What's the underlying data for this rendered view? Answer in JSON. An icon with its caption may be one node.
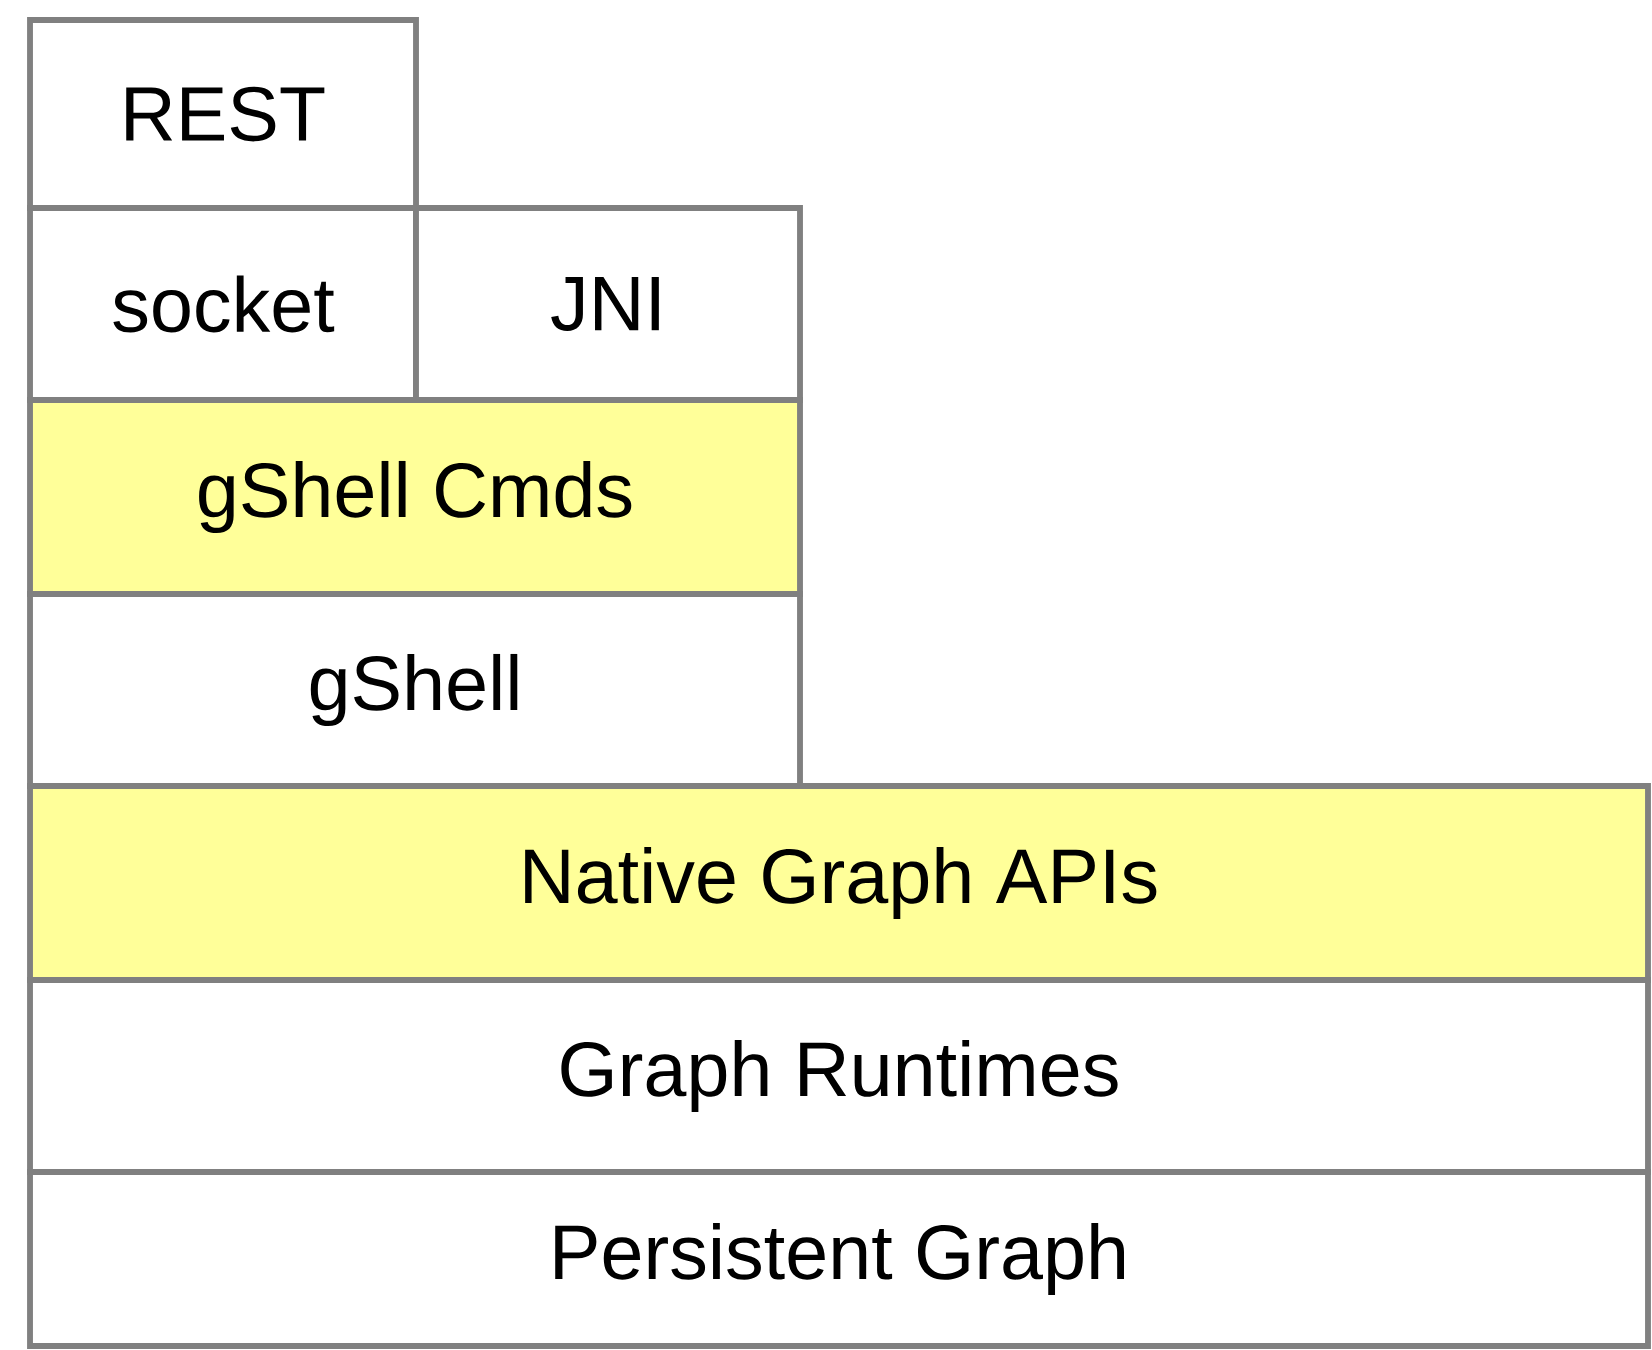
{
  "diagram": {
    "nodes": [
      {
        "text": [
          "REST"
        ]
      },
      {
        "text": [
          "socket"
        ]
      },
      {
        "text": [
          "JNI"
        ]
      },
      {
        "text": [
          "gShell Cmds"
        ]
      },
      {
        "text": [
          "gShell"
        ]
      },
      {
        "text": [
          "Native Graph APIs"
        ]
      },
      {
        "text": [
          "Graph Runtimes"
        ]
      },
      {
        "text": [
          "Persistent Graph"
        ]
      }
    ]
  }
}
